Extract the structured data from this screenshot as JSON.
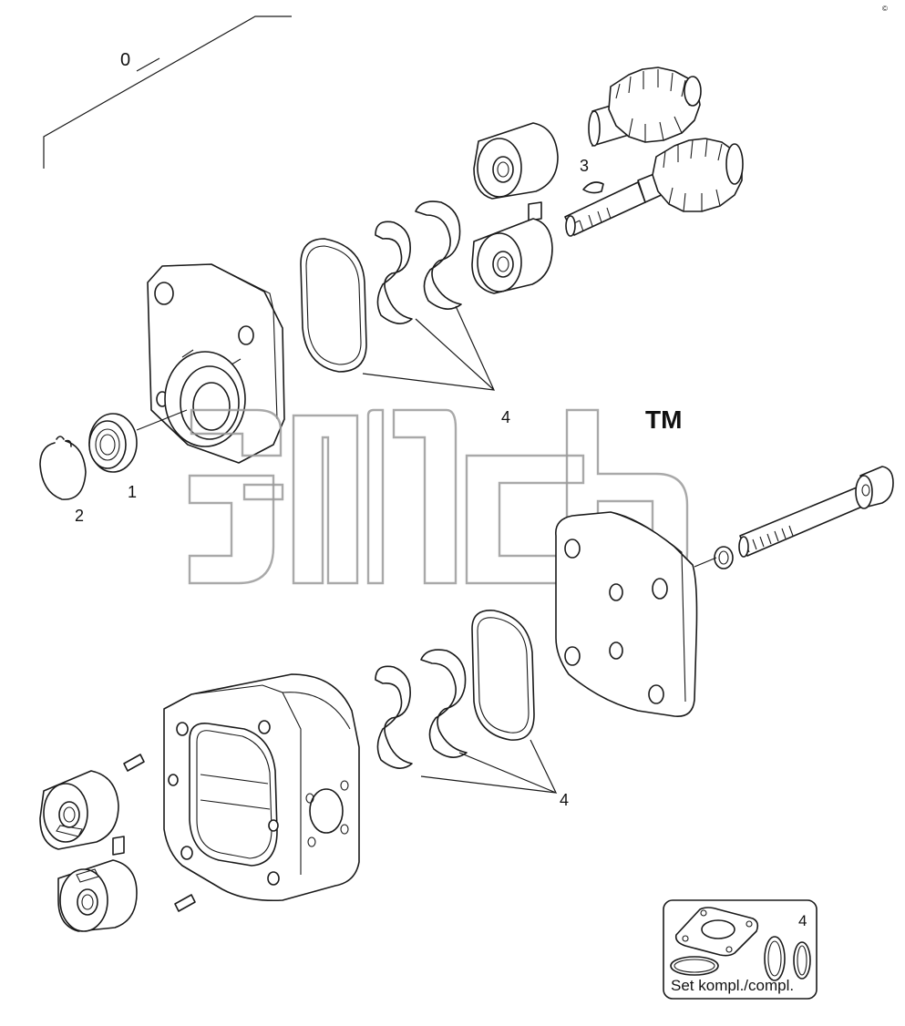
{
  "callouts": {
    "assembly": "0",
    "seal": "1",
    "circlip": "2",
    "gears": "3",
    "seal_kit_upper": "4",
    "seal_kit_lower": "4",
    "kit_box": "4"
  },
  "kit_box_label": "Set kompl./compl.",
  "watermark": {
    "tm": "TM"
  },
  "corner_mark": "©"
}
